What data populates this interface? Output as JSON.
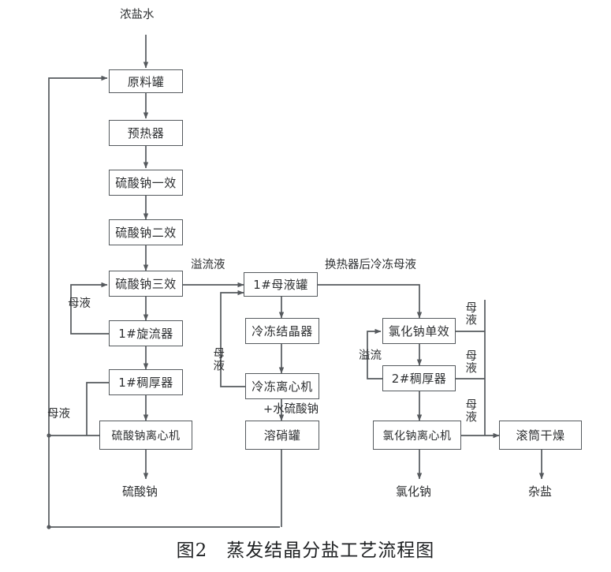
{
  "figure": {
    "caption": "图2　蒸发结晶分盐工艺流程图",
    "line_color": "#55595d",
    "box_border_color": "#555a5e",
    "text_color": "#2d2f31",
    "background": "#ffffff"
  },
  "nodes": {
    "feed_tank": "原料罐",
    "preheater": "预热器",
    "na2so4_effect1": "硫酸钠一效",
    "na2so4_effect2": "硫酸钠二效",
    "na2so4_effect3": "硫酸钠三效",
    "cyclone1": "1#旋流器",
    "thickener1": "1#稠厚器",
    "na2so4_centrifuge": "硫酸钠离心机",
    "mother_liquor_tank1": "1#母液罐",
    "freeze_crystallizer": "冷冻结晶器",
    "freeze_centrifuge": "冷冻离心机",
    "nitrate_dissolving_tank": "溶硝罐",
    "nacl_single_effect": "氯化钠单效",
    "thickener2": "2#稠厚器",
    "nacl_centrifuge": "氯化钠离心机",
    "drum_dryer": "滚筒干燥"
  },
  "stream_labels": {
    "feed_in": "浓盐水",
    "overflow_liquid": "溢流液",
    "after_heat_exchanger_frozen_mother_liquor": "换热器后冷冻母液",
    "mother_liquor_cyclone": "母液",
    "mother_liquor_centrifuge": "母液",
    "mother_liquor_freeze": "母液",
    "mother_liquor_nacl_1": "母液",
    "mother_liquor_nacl_2": "母液",
    "mother_liquor_nacl_3": "母液",
    "overflow_nacl": "溢流",
    "hydrated_sodium_sulfate": "+水硫酸钠"
  },
  "outputs": {
    "sodium_sulfate": "硫酸钠",
    "sodium_chloride": "氯化钠",
    "mixed_salt": "杂盐"
  }
}
